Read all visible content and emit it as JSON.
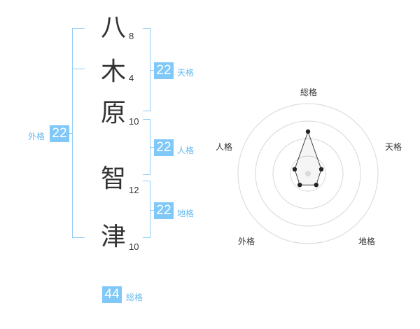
{
  "name": {
    "chars": [
      {
        "char": "八",
        "strokes": "8"
      },
      {
        "char": "木",
        "strokes": "4"
      },
      {
        "char": "原",
        "strokes": "10"
      },
      {
        "char": "智",
        "strokes": "12"
      },
      {
        "char": "津",
        "strokes": "10"
      }
    ]
  },
  "kaku": {
    "ten": {
      "value": "22",
      "label": "天格"
    },
    "jin": {
      "value": "22",
      "label": "人格"
    },
    "chi": {
      "value": "22",
      "label": "地格"
    },
    "gai": {
      "value": "22",
      "label": "外格"
    },
    "so": {
      "value": "44",
      "label": "総格"
    }
  },
  "chart_data": {
    "type": "radar",
    "axes": [
      "総格",
      "天格",
      "地格",
      "外格",
      "人格"
    ],
    "values": [
      3,
      1,
      1,
      1,
      1
    ],
    "max": 5,
    "rings": 4
  },
  "colors": {
    "accent": "#7fc8f8",
    "bracket": "#8fcdf5",
    "text": "#333333"
  }
}
